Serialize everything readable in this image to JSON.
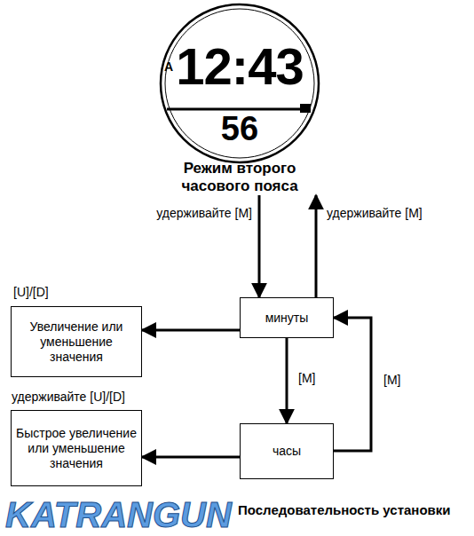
{
  "diagram": {
    "nodes": [
      {
        "text": [
          "A",
          "12:43",
          "56",
          "Режим второго часового пояса"
        ]
      },
      {
        "text": [
          "[U]/[D]",
          "Увеличение или уменьшение значения"
        ]
      },
      {
        "text": [
          "минуты"
        ]
      },
      {
        "text": [
          "удерживайте [U]/[D]",
          "Быстрое увеличение или уменьшение значения"
        ]
      },
      {
        "text": [
          "часы"
        ]
      }
    ],
    "edges": [
      {
        "from": 0,
        "to": 2,
        "arrow": "to",
        "label": "удерживайте [M]"
      },
      {
        "from": 2,
        "to": 0,
        "arrow": "to",
        "label": "удерживайте [M]"
      },
      {
        "from": 2,
        "to": 4,
        "arrow": "to",
        "label": "[M]"
      },
      {
        "from": 4,
        "to": 2,
        "arrow": "to",
        "label": "[M]"
      },
      {
        "from": 2,
        "to": 1,
        "arrow": "to"
      },
      {
        "from": 4,
        "to": 3,
        "arrow": "to"
      }
    ],
    "labels": [
      "Последовательность установки",
      "KATRANGUN"
    ]
  }
}
